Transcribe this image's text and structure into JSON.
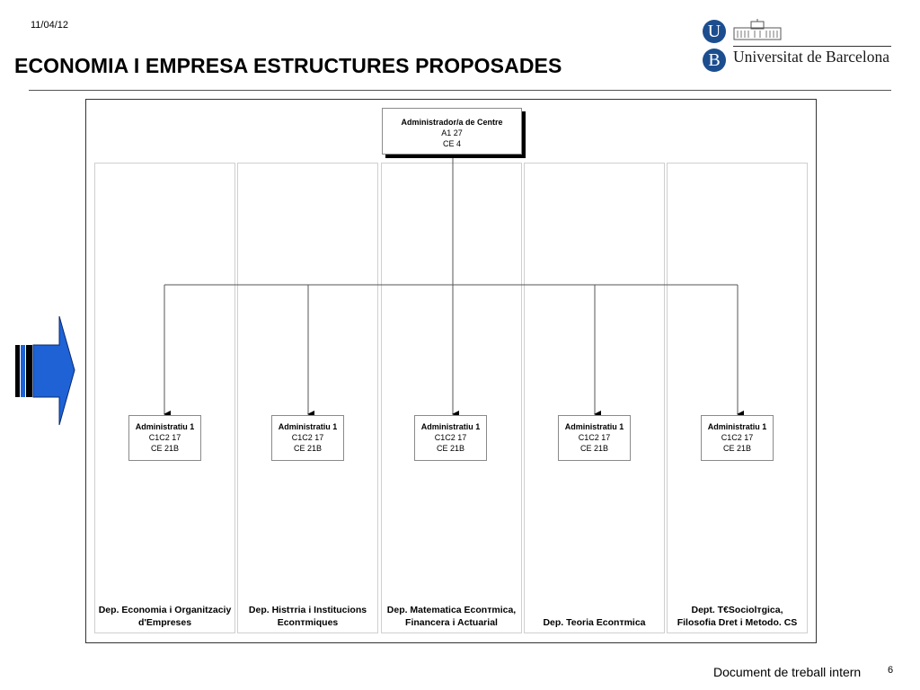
{
  "header": {
    "date": "11/04/12",
    "title": "ECONOMIA I EMPRESA ESTRUCTURES PROPOSADES",
    "logo_letter_u": "U",
    "logo_letter_b": "B",
    "university_name": "Universitat de Barcelona"
  },
  "org": {
    "top": {
      "title": "Administrador/a de Centre",
      "line1": "A1 27",
      "line2": "CE 4"
    },
    "departments": [
      {
        "label": "Dep. Economia i Organitzaciy\nd'Empreses",
        "node": {
          "title": "Administratiu 1",
          "line1": "C1C2 17",
          "line2": "CE 21B"
        }
      },
      {
        "label": "Dep. Histтria i Institucions\nEconтmiques",
        "node": {
          "title": "Administratiu 1",
          "line1": "C1C2 17",
          "line2": "CE 21B"
        }
      },
      {
        "label": "Dep. Matematica Econтmica,\nFinancera i Actuarial",
        "node": {
          "title": "Administratiu 1",
          "line1": "C1C2 17",
          "line2": "CE 21B"
        }
      },
      {
        "label": "Dep. Teoria Econтmica",
        "node": {
          "title": "Administratiu 1",
          "line1": "C1C2 17",
          "line2": "CE 21B"
        }
      },
      {
        "label": "Dept. T€Sociolтgica,\nFilosofia Dret i Metodo. CS",
        "node": {
          "title": "Administratiu 1",
          "line1": "C1C2 17",
          "line2": "CE 21B"
        }
      }
    ]
  },
  "footer": {
    "text": "Document de treball intern",
    "page": "6"
  },
  "colors": {
    "arrow": "#1e62d6",
    "logo": "#1c4e8f"
  }
}
